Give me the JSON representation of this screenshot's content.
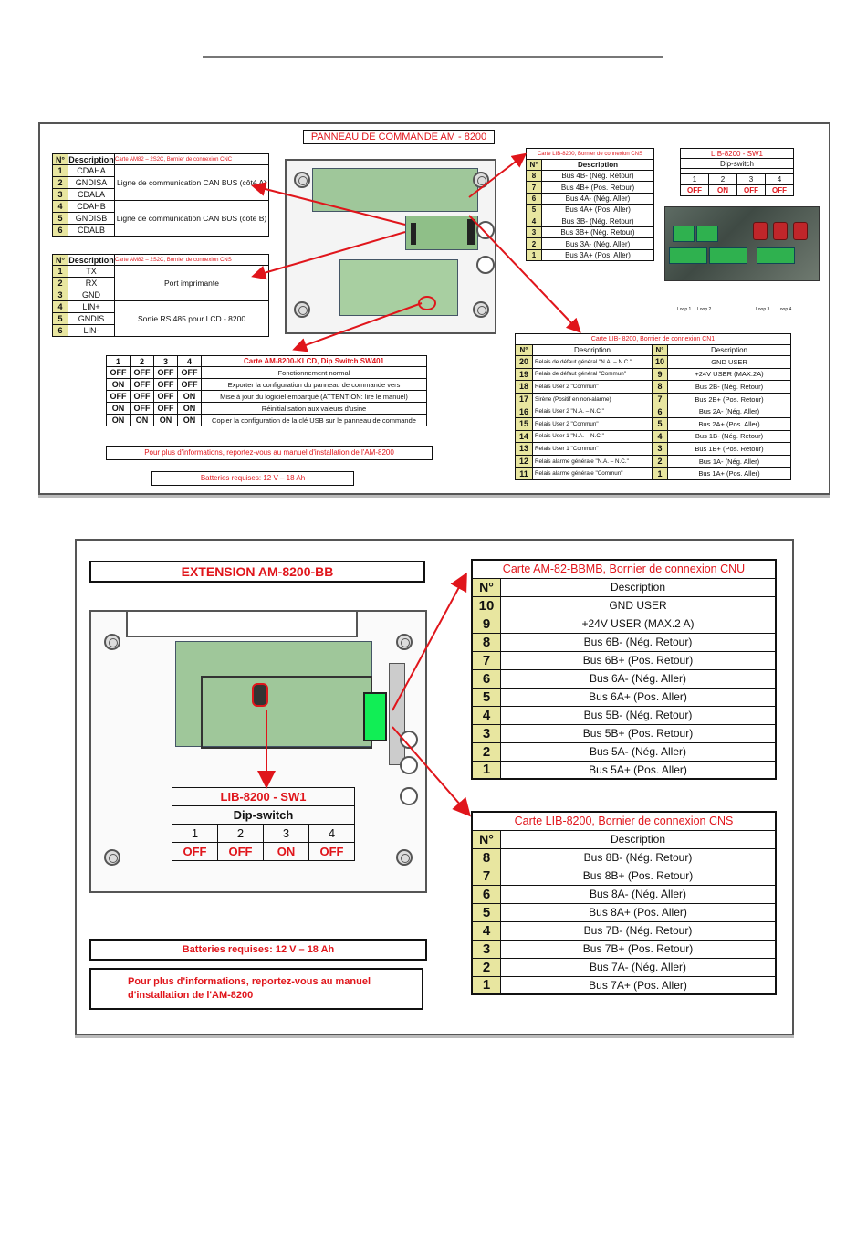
{
  "panel1": {
    "title": "PANNEAU DE COMMANDE AM - 8200",
    "cnc": {
      "header_num": "N°",
      "header_desc": "Description",
      "caption": "Carte AM82 – 2S2C, Bornier de connexion CNC",
      "rows": [
        {
          "n": "1",
          "d": "CDAHA"
        },
        {
          "n": "2",
          "d": "GNDISA"
        },
        {
          "n": "3",
          "d": "CDALA"
        },
        {
          "n": "4",
          "d": "CDAHB"
        },
        {
          "n": "5",
          "d": "GNDISB"
        },
        {
          "n": "6",
          "d": "CDALB"
        }
      ],
      "group_a": "Ligne de communication CAN BUS (côté A)",
      "group_b": "Ligne de communication CAN BUS (côté B)"
    },
    "cns2": {
      "header_num": "N°",
      "header_desc": "Description",
      "caption": "Carte AM82 – 2S2C, Bornier de connexion CNS",
      "rows": [
        {
          "n": "1",
          "d": "TX"
        },
        {
          "n": "2",
          "d": "RX"
        },
        {
          "n": "3",
          "d": "GND"
        },
        {
          "n": "4",
          "d": "LIN+"
        },
        {
          "n": "5",
          "d": "GNDIS"
        },
        {
          "n": "6",
          "d": "LIN-"
        }
      ],
      "group_a": "Port imprimante",
      "group_b": "Sortie RS 485 pour  LCD - 8200"
    },
    "sw401": {
      "caption": "Carte AM-8200-KLCD, Dip Switch SW401",
      "headers": [
        "1",
        "2",
        "3",
        "4"
      ],
      "rows": [
        {
          "v": [
            "OFF",
            "OFF",
            "OFF",
            "OFF"
          ],
          "d": "Fonctionnement normal"
        },
        {
          "v": [
            "ON",
            "OFF",
            "OFF",
            "OFF"
          ],
          "d": "Exporter la configuration du panneau de commande vers"
        },
        {
          "v": [
            "OFF",
            "OFF",
            "OFF",
            "ON"
          ],
          "d": "Mise à jour du logiciel embarqué (ATTENTION: lire le manuel)"
        },
        {
          "v": [
            "ON",
            "OFF",
            "OFF",
            "ON"
          ],
          "d": "Réinitialisation aux valeurs d'usine"
        },
        {
          "v": [
            "ON",
            "ON",
            "ON",
            "ON"
          ],
          "d": "Copier la configuration de la clé USB sur le panneau de commande"
        }
      ]
    },
    "info": "Pour plus d'informations, reportez-vous au manuel d'installation de l'AM-8200",
    "batteries": "Batteries requises: 12 V – 18 Ah",
    "lib_cns": {
      "caption": "Carte LIB-8200, Bornier de connexion CNS",
      "header_num": "N°",
      "header_desc": "Description",
      "rows": [
        {
          "n": "8",
          "d": "Bus 4B- (Nég. Retour)"
        },
        {
          "n": "7",
          "d": "Bus 4B+ (Pos. Retour)"
        },
        {
          "n": "6",
          "d": "Bus 4A- (Nég. Aller)"
        },
        {
          "n": "5",
          "d": "Bus 4A+ (Pos. Aller)"
        },
        {
          "n": "4",
          "d": "Bus 3B- (Nég. Retour)"
        },
        {
          "n": "3",
          "d": "Bus 3B+ (Nég. Retour)"
        },
        {
          "n": "2",
          "d": "Bus 3A- (Nég. Aller)"
        },
        {
          "n": "1",
          "d": "Bus 3A+ (Pos. Aller)"
        }
      ]
    },
    "lib_sw1": {
      "caption": "LIB-8200 - SW1",
      "subtitle": "Dip-switch",
      "headers": [
        "1",
        "2",
        "3",
        "4"
      ],
      "values": [
        "OFF",
        "ON",
        "OFF",
        "OFF"
      ]
    },
    "loops": [
      "Loop 1",
      "Loop 2",
      "Loop 3",
      "Loop 4"
    ],
    "cn1": {
      "caption": "Carte LIB- 8200, Bornier de connexion CN1",
      "header_num": "N°",
      "header_desc": "Description",
      "rows": [
        {
          "n1": "20",
          "d1": "Relais de défaut général \"N.A. – N.C.\"",
          "n2": "10",
          "d2": "GND USER"
        },
        {
          "n1": "19",
          "d1": "Relais de défaut général \"Commun\"",
          "n2": "9",
          "d2": "+24V USER (MAX.2A)"
        },
        {
          "n1": "18",
          "d1": "Relais User 2 \"Commun\"",
          "n2": "8",
          "d2": "Bus 2B- (Nég. Retour)"
        },
        {
          "n1": "17",
          "d1": "Sirène (Positif en non-alarme)",
          "n2": "7",
          "d2": "Bus 2B+ (Pos. Retour)"
        },
        {
          "n1": "16",
          "d1": "Relais User 2 \"N.A. – N.C.\"",
          "n2": "6",
          "d2": "Bus 2A- (Nég. Aller)"
        },
        {
          "n1": "15",
          "d1": "Relais User 2 \"Commun\"",
          "n2": "5",
          "d2": "Bus 2A+ (Pos. Aller)"
        },
        {
          "n1": "14",
          "d1": "Relais User 1 \"N.A. – N.C.\"",
          "n2": "4",
          "d2": "Bus 1B- (Nég. Retour)"
        },
        {
          "n1": "13",
          "d1": "Relais User 1 \"Commun\"",
          "n2": "3",
          "d2": "Bus 1B+ (Pos. Retour)"
        },
        {
          "n1": "12",
          "d1": "Relais alarme générale \"N.A. – N.C.\"",
          "n2": "2",
          "d2": "Bus 1A- (Nég. Aller)"
        },
        {
          "n1": "11",
          "d1": "Relais alarme générale \"Commun\"",
          "n2": "1",
          "d2": "Bus 1A+ (Pos. Aller)"
        }
      ]
    }
  },
  "panel2": {
    "title": "EXTENSION AM-8200-BB",
    "cnu": {
      "caption": "Carte AM-82-BBMB, Bornier de connexion CNU",
      "header_num": "N°",
      "header_desc": "Description",
      "rows": [
        {
          "n": "10",
          "d": "GND USER"
        },
        {
          "n": "9",
          "d": "+24V USER (MAX.2 A)"
        },
        {
          "n": "8",
          "d": "Bus 6B- (Nég. Retour)"
        },
        {
          "n": "7",
          "d": "Bus 6B+ (Pos. Retour)"
        },
        {
          "n": "6",
          "d": "Bus 6A- (Nég. Aller)"
        },
        {
          "n": "5",
          "d": "Bus 6A+ (Pos. Aller)"
        },
        {
          "n": "4",
          "d": "Bus 5B- (Nég. Retour)"
        },
        {
          "n": "3",
          "d": "Bus 5B+ (Pos. Retour)"
        },
        {
          "n": "2",
          "d": "Bus 5A- (Nég. Aller)"
        },
        {
          "n": "1",
          "d": "Bus 5A+ (Pos. Aller)"
        }
      ]
    },
    "lib_sw1": {
      "caption": "LIB-8200 - SW1",
      "subtitle": "Dip-switch",
      "headers": [
        "1",
        "2",
        "3",
        "4"
      ],
      "values": [
        "OFF",
        "OFF",
        "ON",
        "OFF"
      ]
    },
    "cns": {
      "caption": "Carte LIB-8200, Bornier de connexion CNS",
      "header_num": "N°",
      "header_desc": "Description",
      "rows": [
        {
          "n": "8",
          "d": "Bus 8B- (Nég. Retour)"
        },
        {
          "n": "7",
          "d": "Bus 8B+ (Pos. Retour)"
        },
        {
          "n": "6",
          "d": "Bus 8A- (Nég. Aller)"
        },
        {
          "n": "5",
          "d": "Bus 8A+ (Pos. Aller)"
        },
        {
          "n": "4",
          "d": "Bus 7B- (Nég. Retour)"
        },
        {
          "n": "3",
          "d": "Bus 7B+ (Pos. Retour)"
        },
        {
          "n": "2",
          "d": "Bus 7A- (Nég. Aller)"
        },
        {
          "n": "1",
          "d": "Bus 7A+ (Pos. Aller)"
        }
      ]
    },
    "batteries": "Batteries requises: 12 V – 18 Ah",
    "info": "Pour plus d'informations, reportez-vous au manuel d'installation de l'AM-8200"
  },
  "colors": {
    "accent": "#e0151b",
    "number_cell": "#e8e6a0",
    "pcb": "#9fc79a"
  }
}
